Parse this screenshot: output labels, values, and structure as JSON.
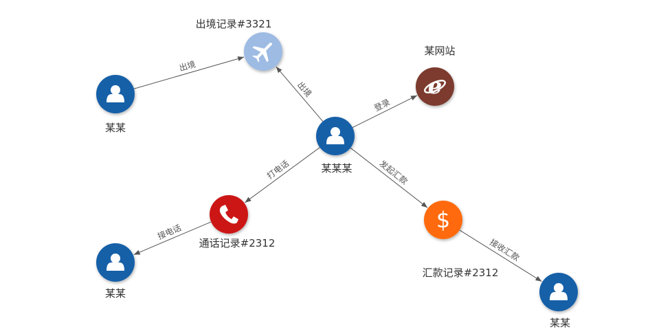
{
  "nodes": [
    {
      "id": "center",
      "label": "某某某",
      "icon": "person-icon",
      "color": "#1460a8"
    },
    {
      "id": "plane",
      "label": "出境记录#3321",
      "icon": "airplane-icon",
      "color": "#9dbbe3"
    },
    {
      "id": "web",
      "label": "某网站",
      "icon": "internet-explorer-icon",
      "color": "#7b3a2f"
    },
    {
      "id": "phone",
      "label": "通话记录#2312",
      "icon": "phone-icon",
      "color": "#cc1719"
    },
    {
      "id": "money",
      "label": "汇款记录#2312",
      "icon": "dollar-icon",
      "color": "#fe6a0a"
    },
    {
      "id": "p1",
      "label": "某某",
      "icon": "person-icon",
      "color": "#1460a8"
    },
    {
      "id": "p2",
      "label": "某某",
      "icon": "person-icon",
      "color": "#1460a8"
    },
    {
      "id": "p3",
      "label": "某某",
      "icon": "person-icon",
      "color": "#1460a8"
    }
  ],
  "edges": [
    {
      "from": "p1",
      "to": "plane",
      "label": "出境"
    },
    {
      "from": "center",
      "to": "plane",
      "label": "出境"
    },
    {
      "from": "center",
      "to": "web",
      "label": "登录"
    },
    {
      "from": "center",
      "to": "phone",
      "label": "打电话"
    },
    {
      "from": "center",
      "to": "money",
      "label": "发起汇款"
    },
    {
      "from": "phone",
      "to": "p2",
      "label": "接电话"
    },
    {
      "from": "money",
      "to": "p3",
      "label": "接收汇款"
    }
  ]
}
